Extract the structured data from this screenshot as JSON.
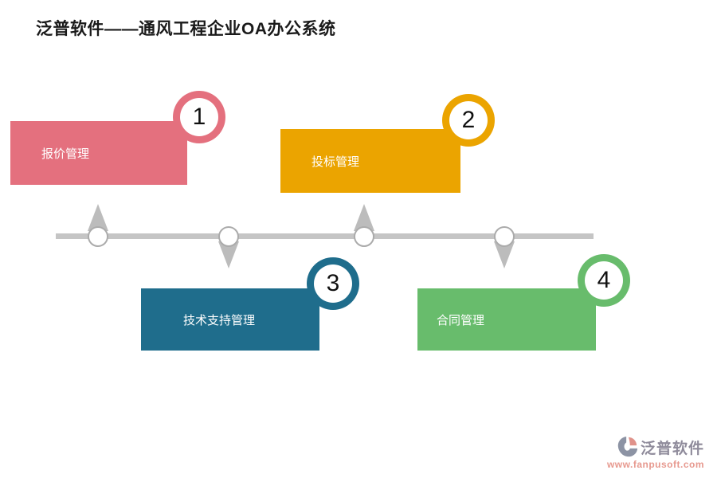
{
  "page": {
    "title": "泛普软件——通风工程企业OA办公系统",
    "title_color": "#1a1a1a",
    "background": "#ffffff"
  },
  "diagram": {
    "type": "timeline-process",
    "timeline": {
      "bar_color": "#C5C5C5",
      "node_fill": "#ffffff",
      "node_border": "#ABABAB",
      "arrow_color": "#BCBCBC"
    },
    "items": [
      {
        "number": "1",
        "label": "报价管理",
        "color": "#E4707E",
        "side": "top"
      },
      {
        "number": "2",
        "label": "投标管理",
        "color": "#EBA400",
        "side": "top"
      },
      {
        "number": "3",
        "label": "技术支持管理",
        "color": "#1F6D8C",
        "side": "bottom"
      },
      {
        "number": "4",
        "label": "合同管理",
        "color": "#68BC6C",
        "side": "bottom"
      }
    ]
  },
  "watermark": {
    "icon": "fanpu-swirl-icon",
    "brand": "泛普软件",
    "brand_color": "#8F8B9B",
    "url": "www.fanpusoft.com",
    "url_color": "#E7998F"
  }
}
